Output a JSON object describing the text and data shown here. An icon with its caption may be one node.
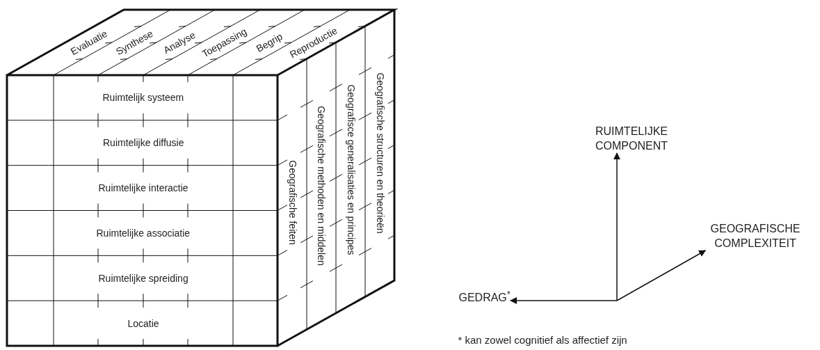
{
  "diagram": {
    "nodes": [
      {
        "text": [
          "RUIMTELIJKE COMPONENT"
        ]
      },
      {
        "text": [
          "GEOGRAFISCHE COMPLEXITEIT"
        ]
      },
      {
        "text": [
          "GEDRAG$^{*}$"
        ]
      }
    ],
    "edges": [
      {
        "from": null,
        "to": 0,
        "arrow": "to"
      },
      {
        "from": null,
        "to": 2,
        "arrow": "to"
      },
      {
        "from": null,
        "to": 1,
        "arrow": "to"
      }
    ],
    "labels": [
      "Evaluatie",
      "Synthese",
      "Analyse",
      "Toepassing",
      "Begrip",
      "Reproductie",
      "Ruimtelijk systeem",
      "Ruimtelijke diffusie",
      "Ruimtelijke interactie",
      "Ruimtelijke associatie",
      "Ruimtelijke spreiding",
      "Locatie",
      "Geografische feiten",
      "Geografische methoden en middelen",
      "Geografisce generalisaties en principes",
      "Geografische structuren en theorieën",
      "* kan zowel cognitief als affectief zijn"
    ]
  }
}
